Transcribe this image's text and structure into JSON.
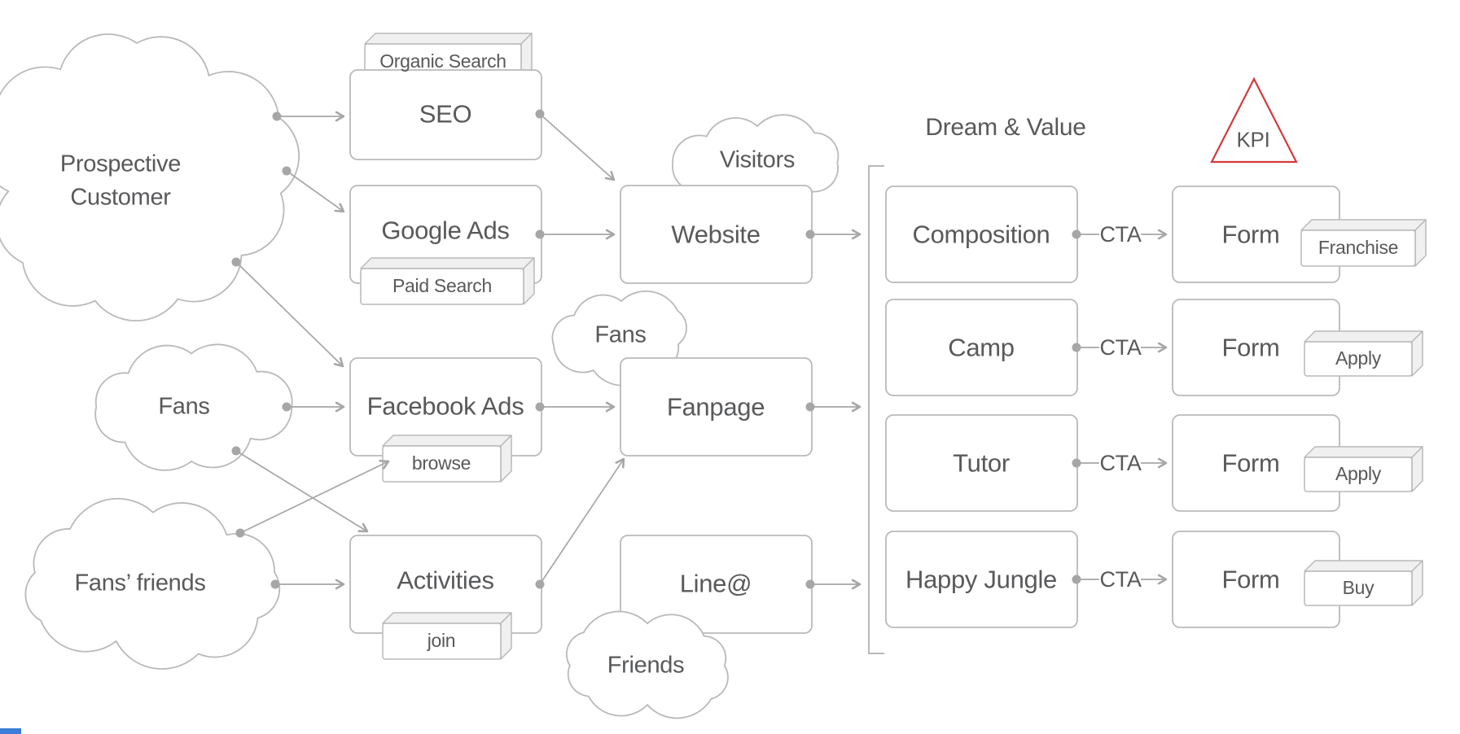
{
  "colors": {
    "box_stroke": "#b9b9b9",
    "connector": "#a6a6a6",
    "text": "#58595b",
    "kpi_accent": "#d23a3a",
    "edge_strip": "#3b7dd8"
  },
  "clouds": {
    "prospective_customer": "Prospective\nCustomer",
    "fans": "Fans",
    "fans_friends": "Fans’ friends",
    "visitors": "Visitors",
    "fanpage_fans": "Fans",
    "friends": "Friends"
  },
  "channels": {
    "seo": {
      "label": "SEO",
      "tag": "Organic Search"
    },
    "google_ads": {
      "label": "Google Ads",
      "tag": "Paid Search"
    },
    "facebook_ads": {
      "label": "Facebook Ads",
      "tag": "browse"
    },
    "activities": {
      "label": "Activities",
      "tag": "join"
    }
  },
  "destinations": {
    "website": "Website",
    "fanpage": "Fanpage",
    "line": "Line@"
  },
  "dream_value": {
    "heading": "Dream & Value",
    "items": [
      "Composition",
      "Camp",
      "Tutor",
      "Happy Jungle"
    ],
    "cta_label": "CTA"
  },
  "kpi": {
    "heading": "KPI",
    "forms": [
      {
        "label": "Form",
        "tag": "Franchise"
      },
      {
        "label": "Form",
        "tag": "Apply"
      },
      {
        "label": "Form",
        "tag": "Apply"
      },
      {
        "label": "Form",
        "tag": "Buy"
      }
    ]
  }
}
